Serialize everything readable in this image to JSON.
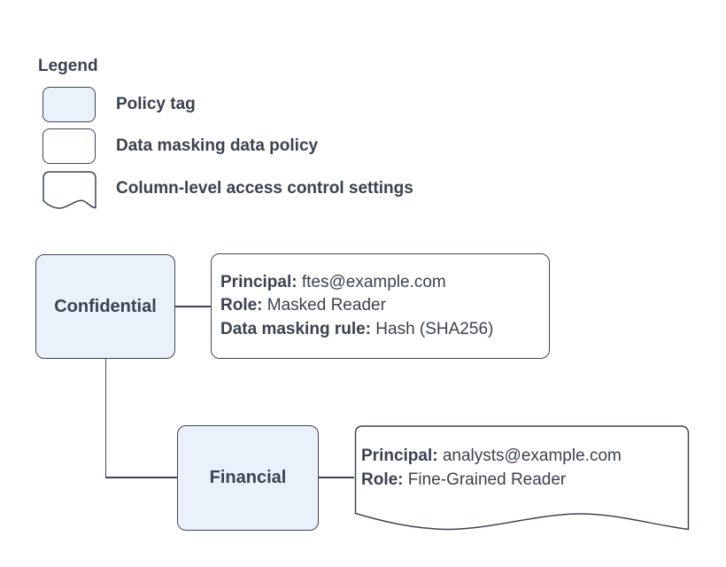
{
  "colors": {
    "policy_tag_fill": "#e9f1fb",
    "shape_stroke": "#3d4656",
    "text": "#39424f",
    "background": "#ffffff"
  },
  "legend": {
    "title": "Legend",
    "items": [
      {
        "shape": "policy-tag",
        "label": "Policy tag"
      },
      {
        "shape": "data-masking-data-policy",
        "label": "Data masking data policy"
      },
      {
        "shape": "column-level-access-control-settings",
        "label": "Column-level access control settings"
      }
    ]
  },
  "diagram": {
    "policy_tags": [
      {
        "label": "Confidential"
      },
      {
        "label": "Financial"
      }
    ],
    "masking_policy": {
      "lines": [
        {
          "label": "Principal:",
          "value": " ftes@example.com"
        },
        {
          "label": "Role:",
          "value": " Masked Reader"
        },
        {
          "label": "Data masking rule:",
          "value": " Hash (SHA256)"
        }
      ]
    },
    "access_settings": {
      "lines": [
        {
          "label": "Principal:",
          "value": " analysts@example.com"
        },
        {
          "label": "Role:",
          "value": " Fine-Grained Reader"
        }
      ]
    }
  }
}
